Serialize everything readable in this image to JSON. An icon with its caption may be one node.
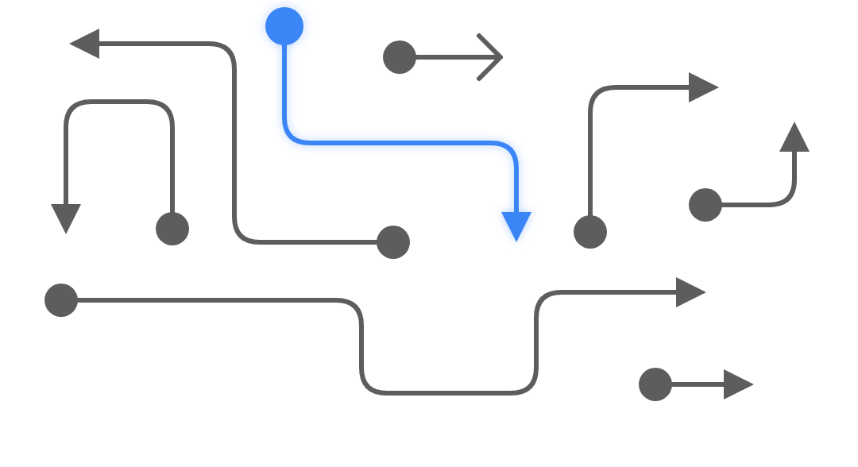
{
  "diagram": {
    "nodes": [
      {
        "text": [],
        "shape": "circle"
      },
      {
        "text": [],
        "shape": "circle"
      },
      {
        "text": [],
        "shape": "circle"
      },
      {
        "text": [],
        "shape": "circle"
      },
      {
        "text": [],
        "shape": "circle"
      },
      {
        "text": [],
        "shape": "circle"
      },
      {
        "text": [],
        "shape": "circle"
      },
      {
        "text": [],
        "shape": "circle"
      }
    ],
    "edges": [
      {
        "from": 3,
        "to": null,
        "arrow": "to"
      },
      {
        "from": 5,
        "to": null,
        "arrow": "to"
      },
      {
        "from": 0,
        "to": null,
        "arrow": "to",
        "color": "#3b86f7"
      },
      {
        "from": 1,
        "to": null,
        "arrow": "to"
      },
      {
        "from": 4,
        "to": null,
        "arrow": "to"
      },
      {
        "from": 2,
        "to": null,
        "arrow": "to"
      },
      {
        "from": 6,
        "to": null,
        "arrow": "to"
      },
      {
        "from": 7,
        "to": null,
        "arrow": "to"
      }
    ]
  }
}
